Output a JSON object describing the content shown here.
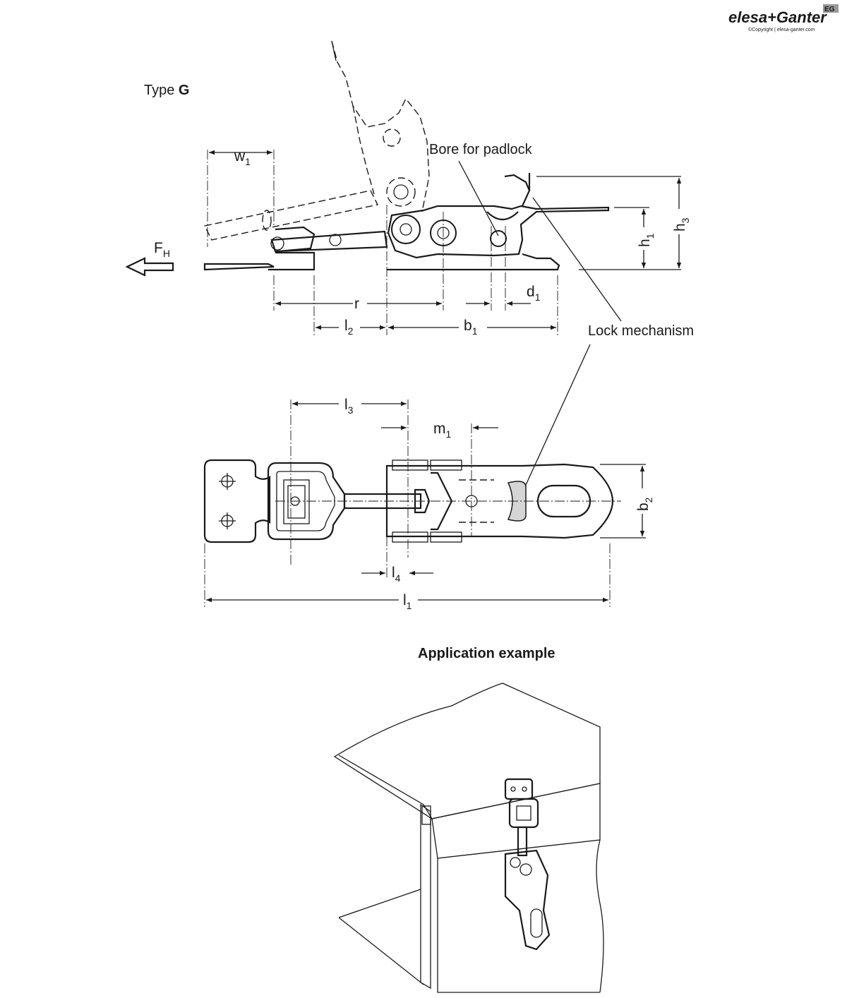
{
  "brand": {
    "logo_text": "elesa+Ganter",
    "badge": "EG",
    "copyright": "©Copyright | elesa-ganter.com"
  },
  "side_view": {
    "type_prefix": "Type ",
    "type_letter": "G",
    "bore_label": "Bore for padlock",
    "lock_label": "Lock mechanism",
    "force": {
      "main": "F",
      "sub": "H"
    },
    "dims": {
      "w1": {
        "main": "w",
        "sub": "1"
      },
      "r": {
        "main": "r"
      },
      "l2": {
        "main": "l",
        "sub": "2"
      },
      "b1": {
        "main": "b",
        "sub": "1"
      },
      "d1": {
        "main": "d",
        "sub": "1"
      },
      "h1": {
        "main": "h",
        "sub": "1"
      },
      "h3": {
        "main": "h",
        "sub": "3"
      }
    }
  },
  "top_view": {
    "dims": {
      "l3": {
        "main": "l",
        "sub": "3"
      },
      "m1": {
        "main": "m",
        "sub": "1"
      },
      "b2": {
        "main": "b",
        "sub": "2"
      },
      "l4": {
        "main": "l",
        "sub": "4"
      },
      "l1": {
        "main": "l",
        "sub": "1"
      }
    }
  },
  "application": {
    "title": "Application example"
  }
}
